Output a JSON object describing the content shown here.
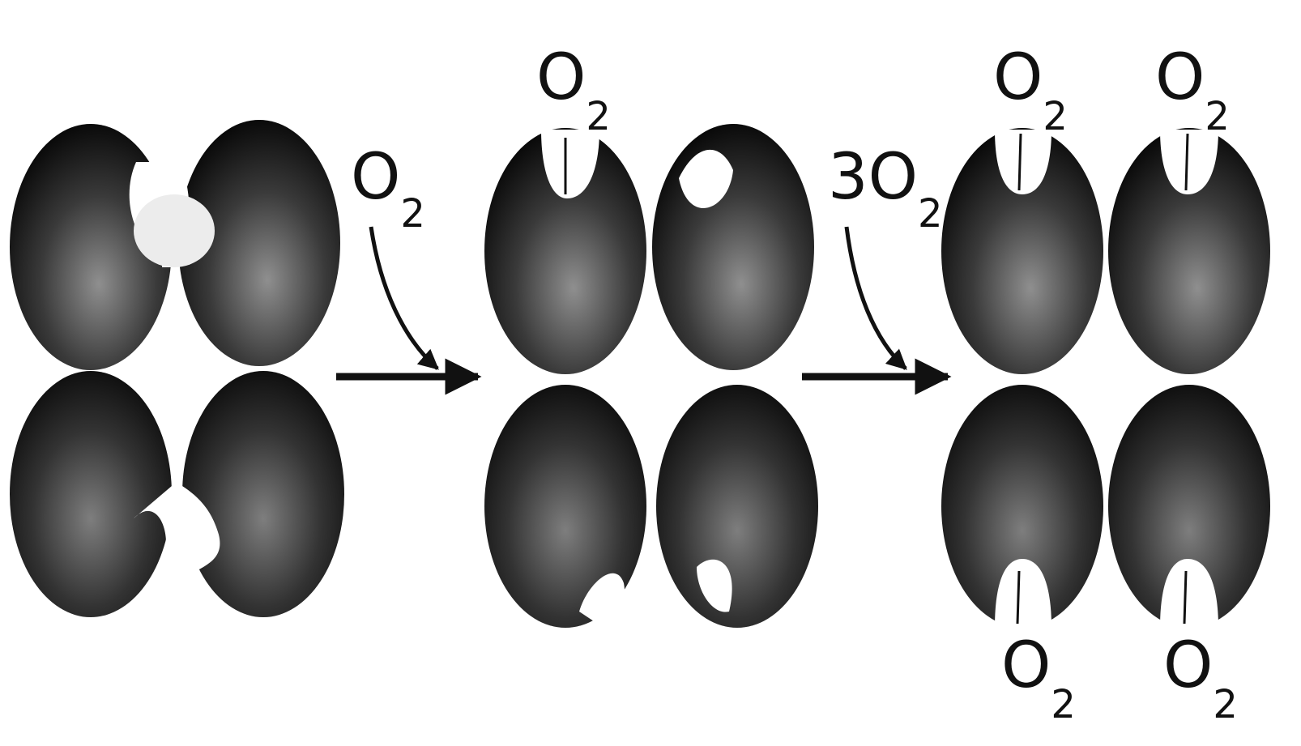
{
  "labels": {
    "step1_reagent": {
      "main": "O",
      "sub": "2"
    },
    "step2_reagent": {
      "main": "3O",
      "sub": "2"
    },
    "stage2_bound": {
      "main": "O",
      "sub": "2"
    },
    "stage3_bound_top_left": {
      "main": "O",
      "sub": "2"
    },
    "stage3_bound_top_right": {
      "main": "O",
      "sub": "2"
    },
    "stage3_bound_bottom_left": {
      "main": "O",
      "sub": "2"
    },
    "stage3_bound_bottom_right": {
      "main": "O",
      "sub": "2"
    }
  },
  "colors": {
    "subunit_dark": "#0d0d0d",
    "subunit_light": "#8a8a8a",
    "heme_pocket": "#ffffff",
    "ink": "#111111"
  }
}
